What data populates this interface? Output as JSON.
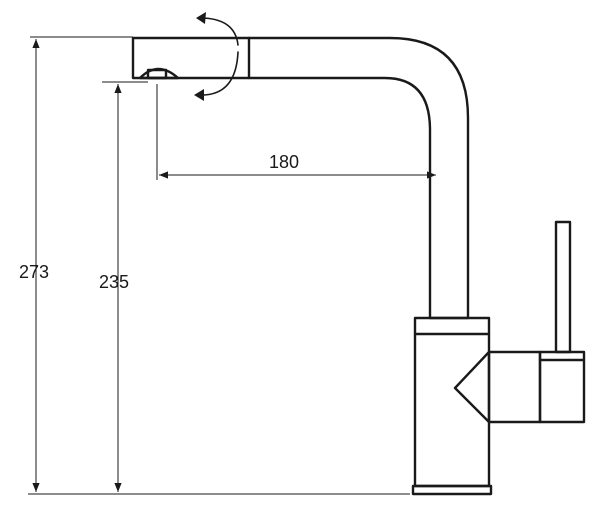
{
  "dimensions": {
    "overall_height": "273",
    "spout_height": "235",
    "spout_reach": "180"
  },
  "colors": {
    "line": "#1a1a1a",
    "background": "#ffffff"
  }
}
